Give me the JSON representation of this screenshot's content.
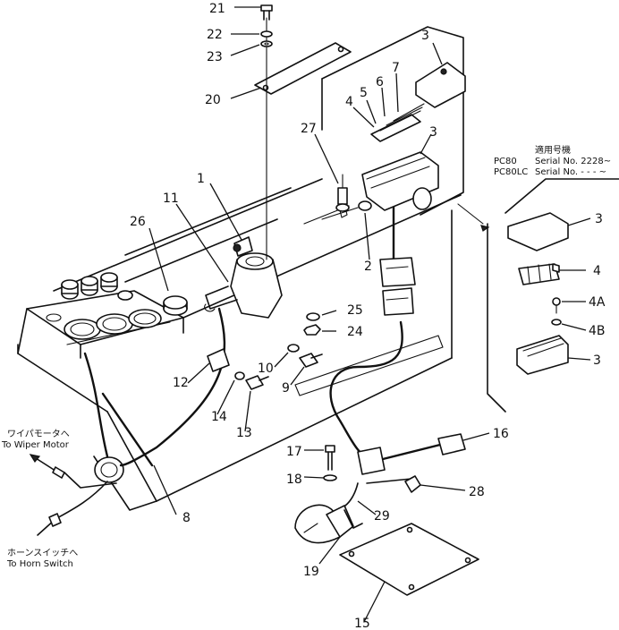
{
  "callouts": [
    {
      "id": "c21",
      "label": "21"
    },
    {
      "id": "c22",
      "label": "22"
    },
    {
      "id": "c23",
      "label": "23"
    },
    {
      "id": "c20",
      "label": "20"
    },
    {
      "id": "c3a",
      "label": "3"
    },
    {
      "id": "c7",
      "label": "7"
    },
    {
      "id": "c6",
      "label": "6"
    },
    {
      "id": "c5",
      "label": "5"
    },
    {
      "id": "c4a",
      "label": "4"
    },
    {
      "id": "c3b",
      "label": "3"
    },
    {
      "id": "c27",
      "label": "27"
    },
    {
      "id": "c1",
      "label": "1"
    },
    {
      "id": "c11",
      "label": "11"
    },
    {
      "id": "c26",
      "label": "26"
    },
    {
      "id": "c2",
      "label": "2"
    },
    {
      "id": "c25",
      "label": "25"
    },
    {
      "id": "c24",
      "label": "24"
    },
    {
      "id": "c10",
      "label": "10"
    },
    {
      "id": "c9",
      "label": "9"
    },
    {
      "id": "c12",
      "label": "12"
    },
    {
      "id": "c14",
      "label": "14"
    },
    {
      "id": "c13",
      "label": "13"
    },
    {
      "id": "c8",
      "label": "8"
    },
    {
      "id": "c17",
      "label": "17"
    },
    {
      "id": "c18",
      "label": "18"
    },
    {
      "id": "c16",
      "label": "16"
    },
    {
      "id": "c28",
      "label": "28"
    },
    {
      "id": "c29",
      "label": "29"
    },
    {
      "id": "c19",
      "label": "19"
    },
    {
      "id": "c15",
      "label": "15"
    },
    {
      "id": "c3c",
      "label": "3"
    },
    {
      "id": "c4b",
      "label": "4"
    },
    {
      "id": "c4A",
      "label": "4A"
    },
    {
      "id": "c4B",
      "label": "4B"
    },
    {
      "id": "c3d",
      "label": "3"
    }
  ],
  "serial_block": {
    "header": "適用号機",
    "row1_model": "PC80",
    "row1_serial": "Serial No. 2228~",
    "row2_model": "PC80LC",
    "row2_serial": "Serial No. - - - ~"
  },
  "notes": {
    "wiper_jp": "ワイパモータへ",
    "wiper_en": "To Wiper Motor",
    "horn_jp": "ホーンスイッチへ",
    "horn_en": "To Horn Switch"
  }
}
